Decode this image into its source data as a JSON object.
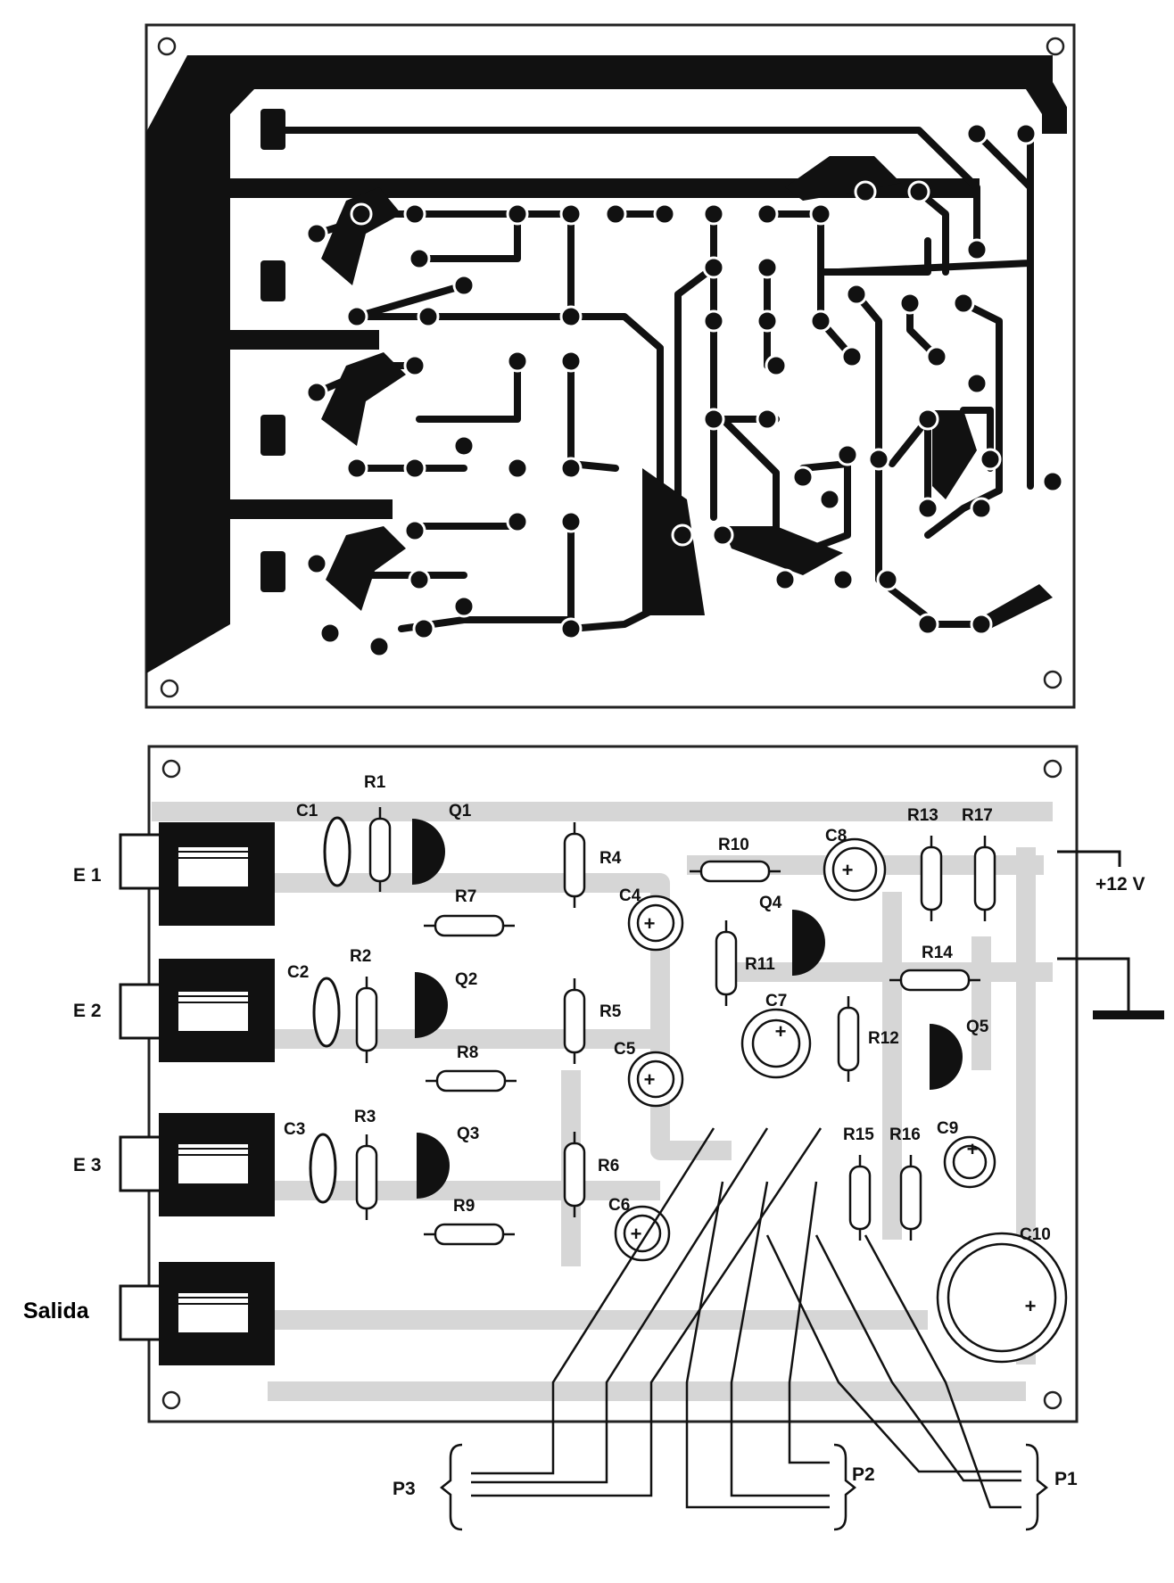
{
  "pcb_layout": {
    "title": "",
    "corner_holes": 4
  },
  "component_layout": {
    "inputs": [
      "E 1",
      "E 2",
      "E 3"
    ],
    "output_label": "Salida",
    "supply_label": "+12 V",
    "potentiometers": [
      "P3",
      "P2",
      "P1"
    ],
    "capacitors": [
      "C1",
      "C2",
      "C3",
      "C4",
      "C5",
      "C6",
      "C7",
      "C8",
      "C9",
      "C10"
    ],
    "resistors": [
      "R1",
      "R2",
      "R3",
      "R4",
      "R5",
      "R6",
      "R7",
      "R8",
      "R9",
      "R10",
      "R11",
      "R12",
      "R13",
      "R14",
      "R15",
      "R16",
      "R17"
    ],
    "transistors": [
      "Q1",
      "Q2",
      "Q3",
      "Q4",
      "Q5"
    ]
  },
  "colors": {
    "copper": "#111111",
    "board_outline": "#222222",
    "silk_trace": "#d4d4d4",
    "background": "#ffffff"
  }
}
